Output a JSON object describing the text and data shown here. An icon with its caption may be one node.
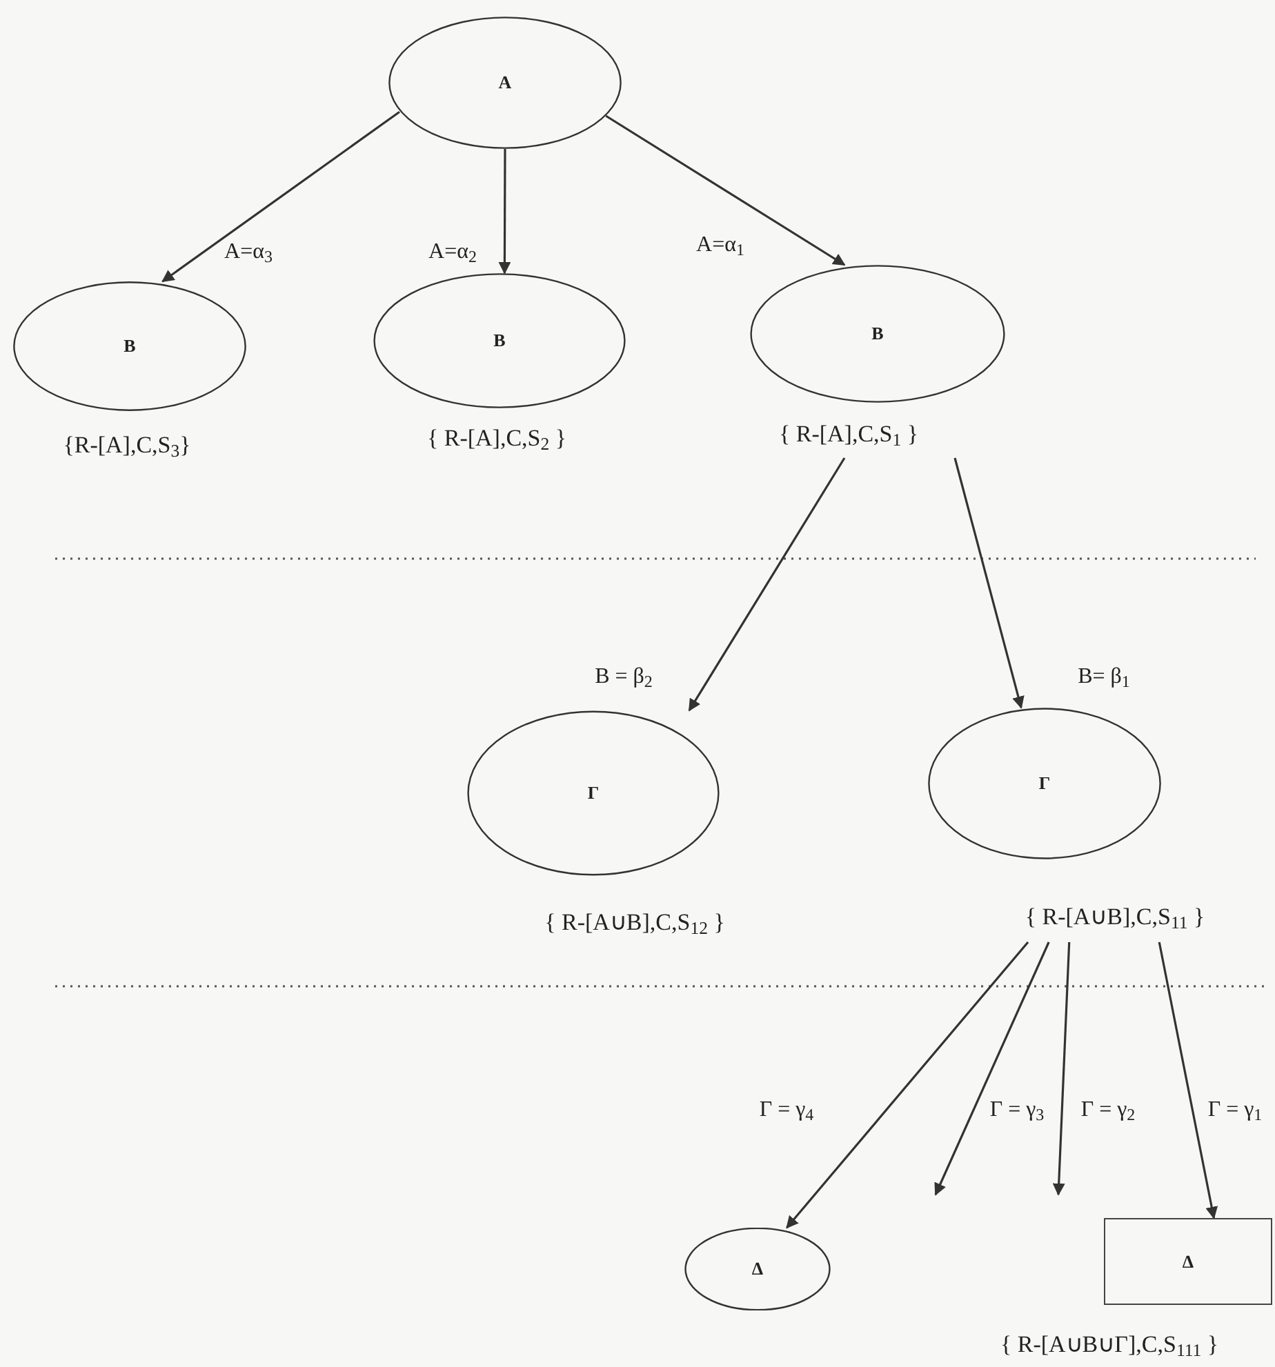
{
  "diagram": {
    "nodes": [
      {
        "text": [
          "A"
        ]
      },
      {
        "text": [
          "B"
        ],
        "beside": [
          "{R-[A],C,S$_{3}$}"
        ]
      },
      {
        "text": [
          "B"
        ],
        "beside": [
          "{ R-[A],C,S$_{2}$ }"
        ]
      },
      {
        "text": [
          "B"
        ],
        "beside": [
          "{ R-[A],C,S$_{1}$ }"
        ]
      },
      {
        "text": [
          "Γ"
        ],
        "beside": [
          "{ R-[A∪B],C,S$_{12}$ }"
        ]
      },
      {
        "text": [
          "Γ"
        ],
        "beside": [
          "{ R-[A∪B],C,S$_{11}$ }"
        ]
      },
      {
        "text": [
          "Δ"
        ]
      },
      {
        "text": [
          "Δ"
        ],
        "beside": [
          "{ R-[A∪B∪Γ],C,S$_{111}$ }"
        ]
      }
    ],
    "edges": [
      {
        "from": 0,
        "to": 1,
        "arrow": "to",
        "label": "A=α$_{3}$"
      },
      {
        "from": 0,
        "to": 2,
        "arrow": "to",
        "label": "A=α$_{2}$"
      },
      {
        "from": 0,
        "to": 3,
        "arrow": "to",
        "label": "A=α$_{1}$"
      },
      {
        "from": 3,
        "to": 4,
        "arrow": "to",
        "label": "B = β$_{2}$"
      },
      {
        "from": 3,
        "to": 5,
        "arrow": "to",
        "label": "B= β$_{1}$"
      },
      {
        "from": 5,
        "to": 6,
        "arrow": "to",
        "label": "Γ = γ$_{4}$"
      },
      {
        "from": 5,
        "to": null,
        "arrow": "to",
        "label": "Γ = γ$_{3}$"
      },
      {
        "from": 5,
        "to": null,
        "arrow": "to",
        "label": "Γ = γ$_{2}$"
      },
      {
        "from": 5,
        "to": 7,
        "arrow": "to",
        "label": "Γ = γ$_{1}$"
      }
    ]
  }
}
